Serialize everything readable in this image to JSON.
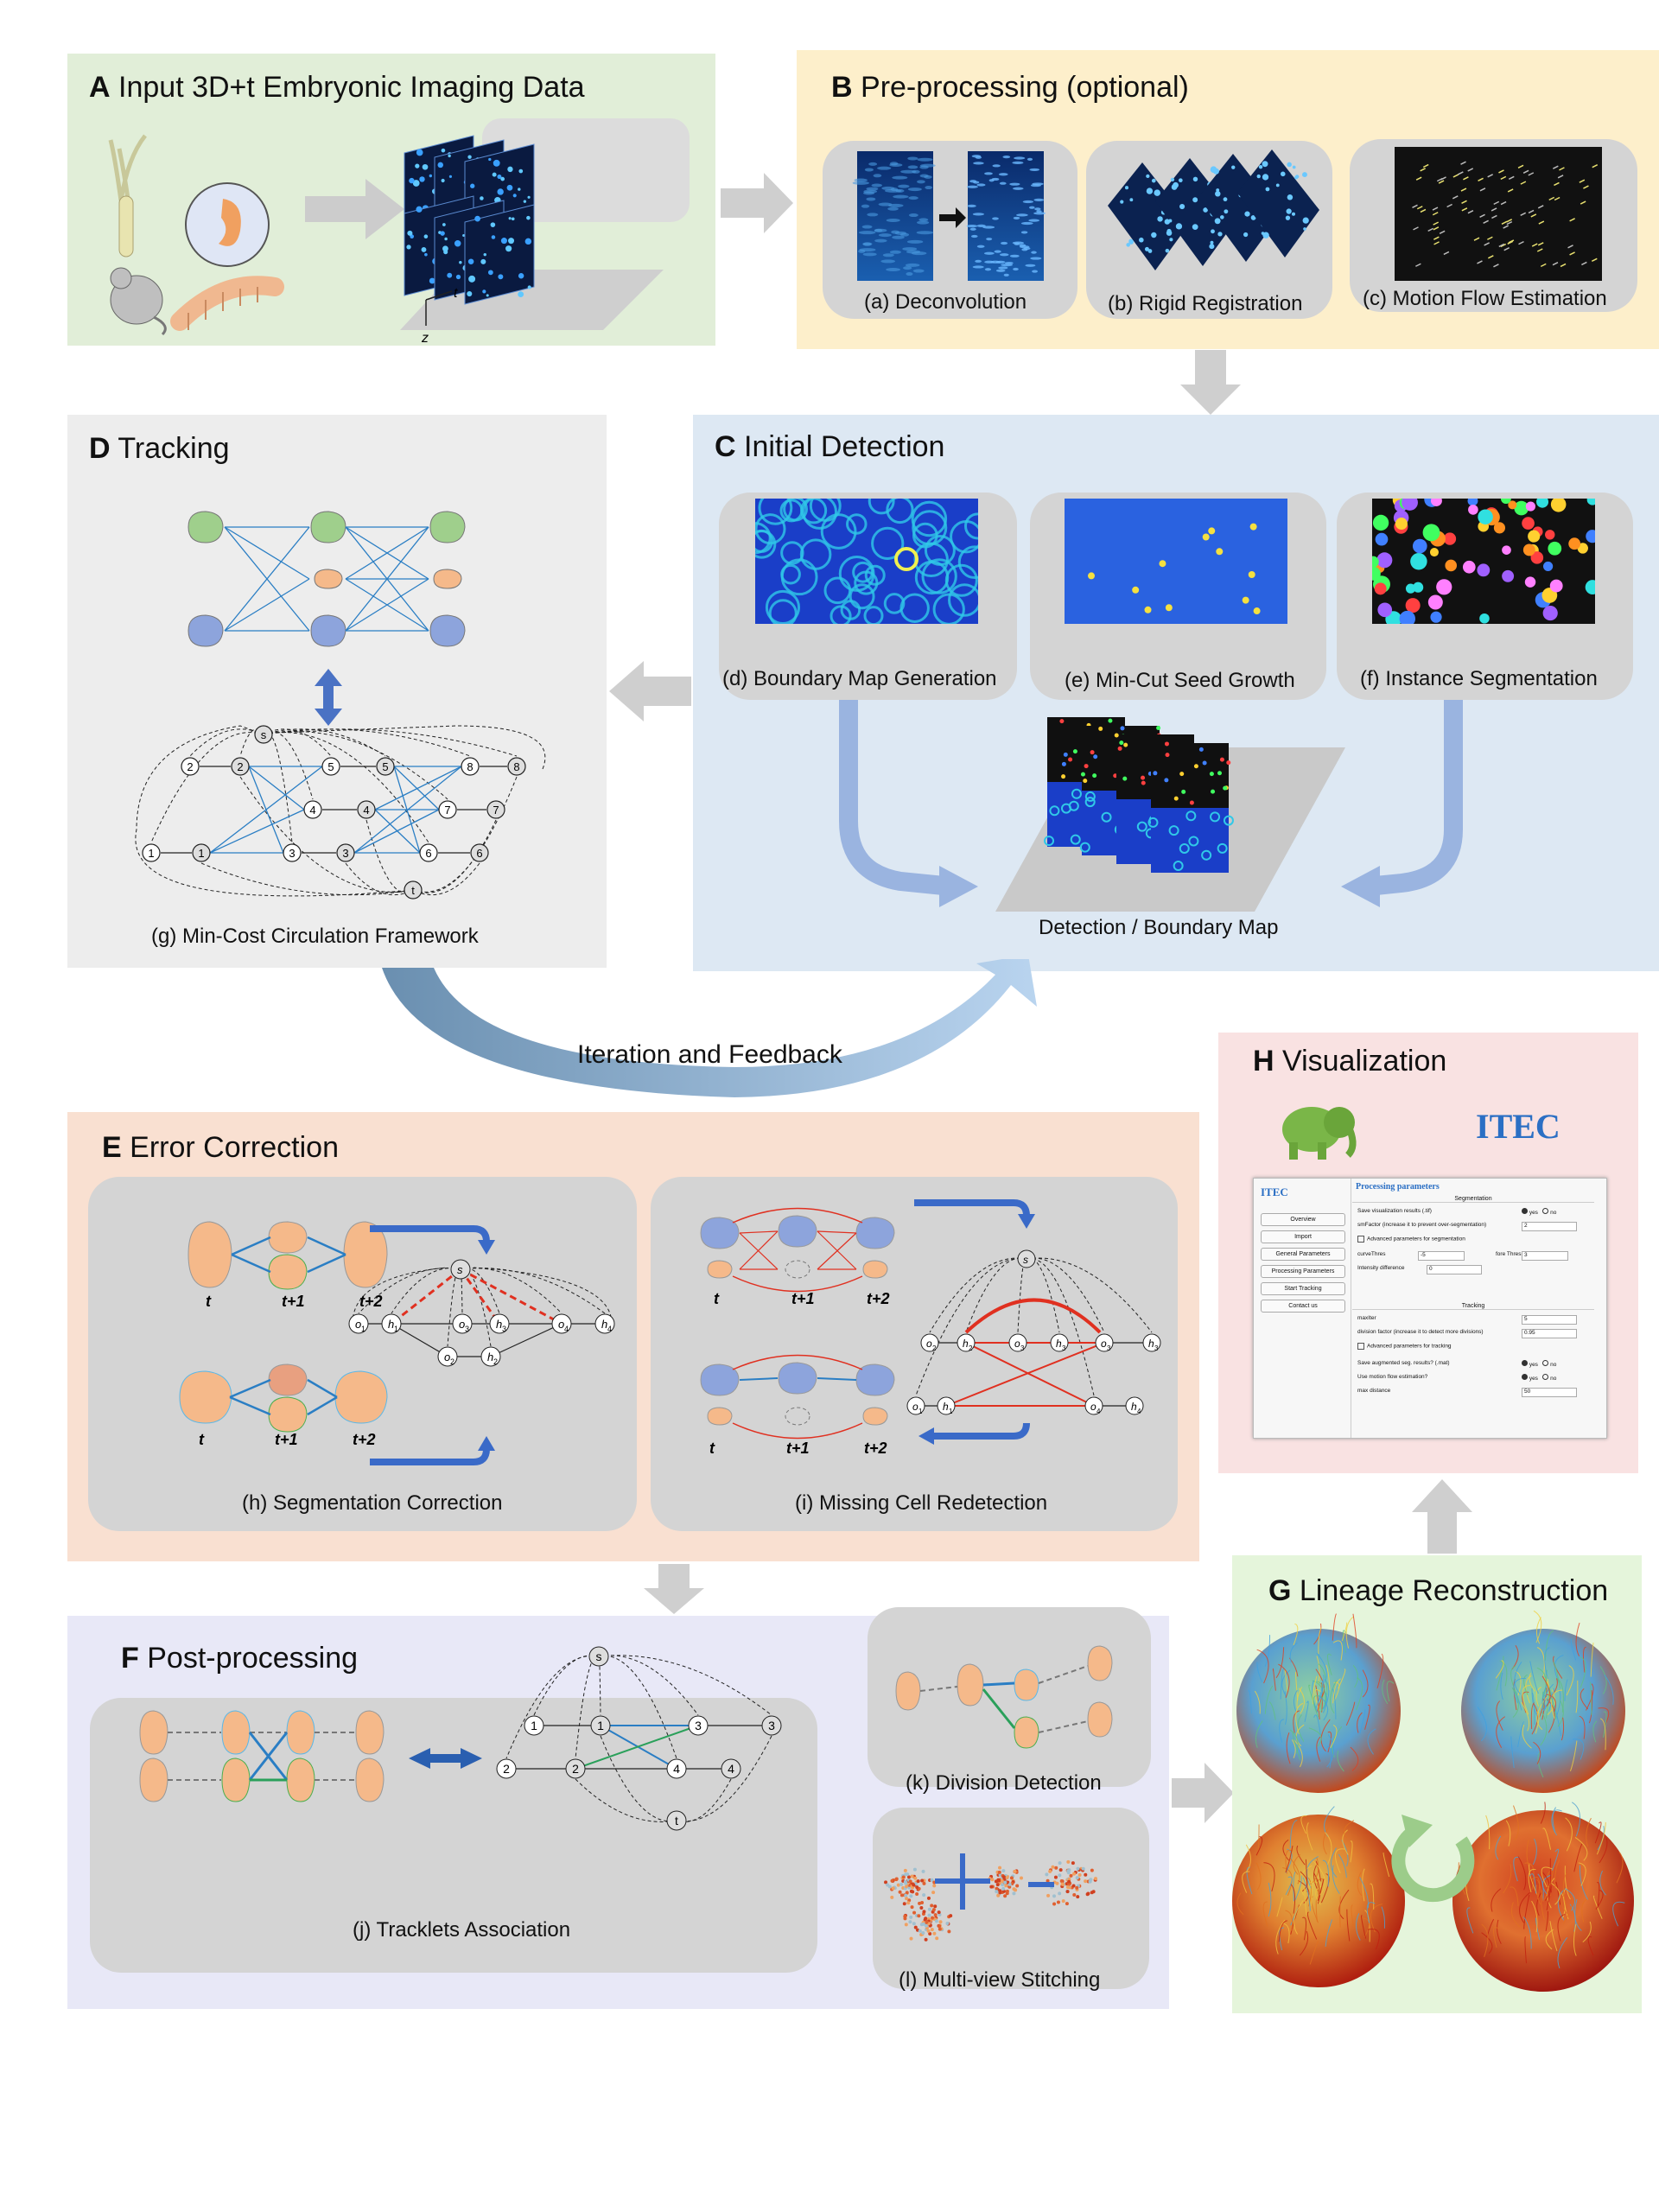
{
  "panels": {
    "A": {
      "letter": "A",
      "title": "Input 3D+t Embryonic Imaging Data",
      "axis_t": "t",
      "axis_z": "z"
    },
    "B": {
      "letter": "B",
      "title": "Pre-processing (optional)",
      "subs": [
        "(a) Deconvolution",
        "(b) Rigid Registration",
        "(c) Motion Flow Estimation"
      ]
    },
    "C": {
      "letter": "C",
      "title": "Initial Detection",
      "subs": [
        "(d) Boundary Map Generation",
        "(e) Min-Cut Seed Growth",
        "(f) Instance Segmentation"
      ],
      "stack_label": "Detection / Boundary Map"
    },
    "D": {
      "letter": "D",
      "title": "Tracking",
      "caption": "(g) Min-Cost Circulation Framework"
    },
    "E": {
      "letter": "E",
      "title": "Error Correction",
      "sub_h": "(h) Segmentation Correction",
      "sub_i": "(i) Missing Cell Redetection",
      "time_labels": [
        "t",
        "t+1",
        "t+2"
      ]
    },
    "F": {
      "letter": "F",
      "title": "Post-processing",
      "sub_j": "(j) Tracklets Association",
      "sub_k": "(k) Division Detection",
      "sub_l": "(l) Multi-view Stitching"
    },
    "G": {
      "letter": "G",
      "title": "Lineage Reconstruction"
    },
    "H": {
      "letter": "H",
      "title": "Visualization",
      "logo": "ITEC",
      "app": {
        "sidebar_title": "ITEC",
        "buttons": [
          "Overview",
          "Import",
          "General Parameters",
          "Processing Parameters",
          "Start Tracking",
          "Contact us"
        ],
        "header": "Processing parameters",
        "seg_section": "Segmentation",
        "track_section": "Tracking",
        "rows": [
          {
            "label": "Save visualization results (.tif)",
            "type": "radio",
            "yes": "yes",
            "no": "no"
          },
          {
            "label": "smFactor (increase it to prevent over-segmentation)",
            "type": "num",
            "value": "2"
          },
          {
            "label": "Advanced parameters for segmentation",
            "type": "check"
          },
          {
            "label": "curveThres",
            "type": "num",
            "value": "-5",
            "label2": "fore Thres",
            "value2": "3"
          },
          {
            "label": "Intensity difference",
            "type": "num",
            "value": "0"
          },
          {
            "label": "maxIter",
            "type": "num",
            "value": "5"
          },
          {
            "label": "division factor (increase it to detect more divisions)",
            "type": "num",
            "value": "0.95"
          },
          {
            "label": "Advanced parameters for tracking",
            "type": "check"
          },
          {
            "label": "Save augmented seg. results? (.mat)",
            "type": "radio",
            "yes": "yes",
            "no": "no"
          },
          {
            "label": "Use motion flow estimation?",
            "type": "radio",
            "yes": "yes",
            "no": "no"
          },
          {
            "label": "max distance",
            "type": "num",
            "value": "50"
          }
        ]
      }
    }
  },
  "iteration_label": "Iteration and Feedback",
  "graph_nodes": {
    "s": "s",
    "t": "t",
    "n1": "1",
    "n2": "2",
    "n3": "3",
    "n4": "4",
    "n5": "5",
    "n6": "6",
    "n7": "7",
    "n8": "8"
  },
  "ec_nodes": {
    "o1": "o",
    "h1": "h",
    "o2": "o",
    "h2": "h",
    "o3": "o",
    "h3": "h",
    "o4": "o",
    "h4": "h",
    "s": "s",
    "sub1": "1",
    "sub2": "2",
    "sub3": "3",
    "sub4": "4"
  },
  "colors": {
    "A": "#e1eed8",
    "B": "#fdefcb",
    "C": "#dde8f3",
    "D": "#ededed",
    "E": "#f9e0d1",
    "F": "#e8e8f7",
    "G": "#e5f5db",
    "H": "#f9e2e2",
    "cell_green": "#9fcf8c",
    "cell_orange": "#f5b98a",
    "cell_blue": "#8da4dc",
    "edge_blue": "#2a7ec4",
    "edge_red": "#e03020",
    "edge_green": "#2aa05a"
  }
}
